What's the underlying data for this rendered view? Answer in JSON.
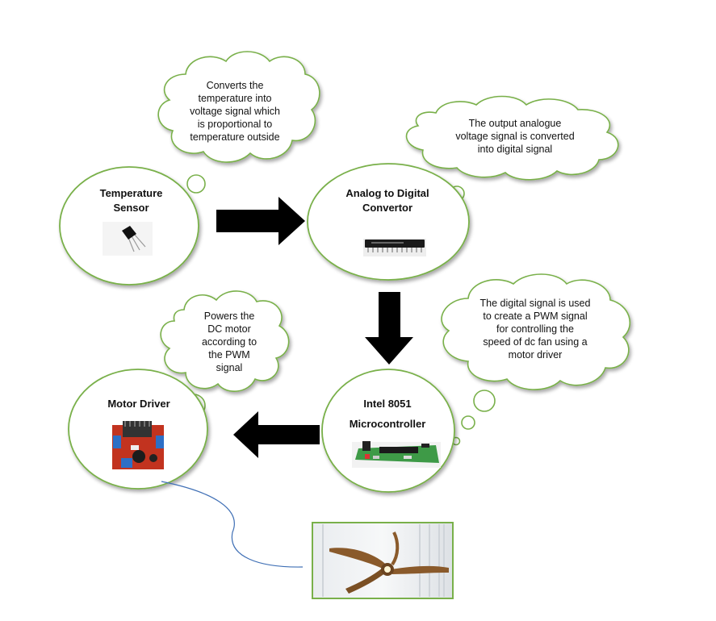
{
  "nodes": {
    "temp_sensor": {
      "title": "Temperature\nSensor"
    },
    "adc": {
      "title": "Analog to Digital\nConvertor"
    },
    "microcontroller": {
      "title_line1": "Intel 8051",
      "title_line2": "Microcontroller"
    },
    "motor_driver": {
      "title": "Motor Driver"
    }
  },
  "thoughts": {
    "temp_sensor": "Converts the\ntemperature into\nvoltage signal which\nis proportional to\ntemperature outside",
    "adc": "The output analogue\nvoltage signal is converted\ninto digital signal",
    "microcontroller": "The digital signal is used\nto create a PWM signal\nfor controlling the\nspeed of dc fan using a\nmotor driver",
    "motor_driver": "Powers the\nDC motor\naccording to\nthe PWM\nsignal"
  },
  "colors": {
    "outline": "#79b04a",
    "arrow": "#000000",
    "connector": "#3f6fb5"
  },
  "icons": [
    "temperature-sensor-photo",
    "adc-chip-photo",
    "8051-board-photo",
    "motor-driver-photo",
    "ceiling-fan-photo"
  ]
}
